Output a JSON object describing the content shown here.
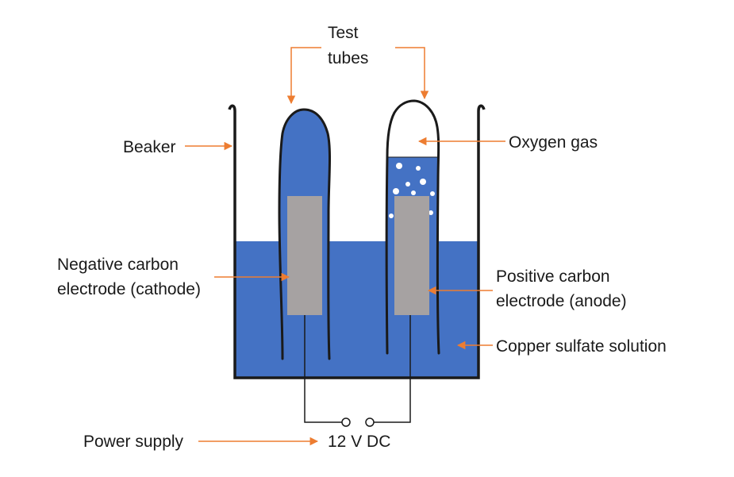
{
  "colors": {
    "solution": "#4472c4",
    "electrode": "#a6a2a2",
    "outline": "#1a1a1a",
    "arrow": "#ed7d31",
    "bubble": "#ffffff"
  },
  "labels": {
    "test_tubes_line1": "Test",
    "test_tubes_line2": "tubes",
    "beaker": "Beaker",
    "oxygen_gas": "Oxygen gas",
    "negative_line1": "Negative carbon",
    "negative_line2": "electrode (cathode)",
    "positive_line1": "Positive carbon",
    "positive_line2": "electrode (anode)",
    "copper_sulfate": "Copper sulfate solution",
    "power_supply": "Power supply",
    "voltage": "12 V DC"
  }
}
